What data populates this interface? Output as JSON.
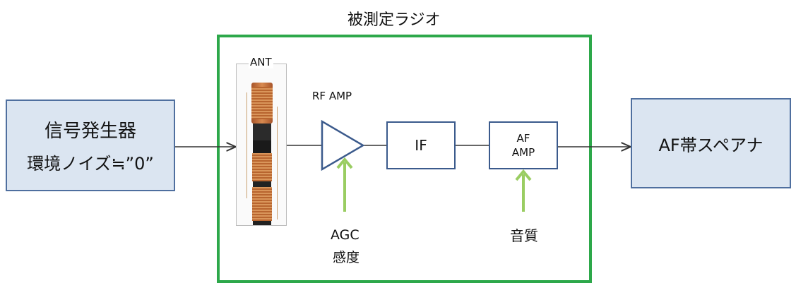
{
  "title": "被測定ラジオ",
  "signal_generator": {
    "line1": "信号発生器",
    "line2": "環境ノイズ≒”0”"
  },
  "antenna": {
    "label": "ANT"
  },
  "rf_amp": {
    "label": "RF AMP"
  },
  "if_block": {
    "label": "IF"
  },
  "af_amp": {
    "line1": "AF",
    "line2": "AMP"
  },
  "analyzer": {
    "label": "AF帯スペアナ"
  },
  "agc": {
    "line1": "AGC",
    "line2": "感度"
  },
  "sound_quality": {
    "label": "音質"
  },
  "colors": {
    "green_border": "#2da84a",
    "block_blue": "#3b5a8c",
    "light_fill": "#dbe5f1",
    "light_border": "#4f6f9f",
    "arrow_green": "#9acd62",
    "line": "#333333"
  }
}
